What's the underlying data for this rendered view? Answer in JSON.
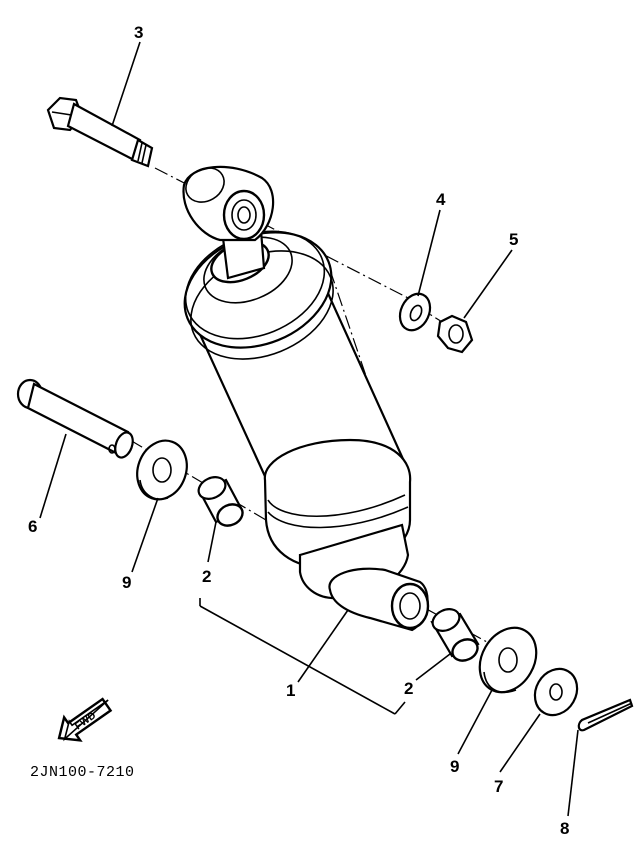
{
  "diagram": {
    "callouts": [
      {
        "id": "callout-3",
        "text": "3"
      },
      {
        "id": "callout-4",
        "text": "4"
      },
      {
        "id": "callout-5",
        "text": "5"
      },
      {
        "id": "callout-6",
        "text": "6"
      },
      {
        "id": "callout-9a",
        "text": "9"
      },
      {
        "id": "callout-2a",
        "text": "2"
      },
      {
        "id": "callout-1",
        "text": "1"
      },
      {
        "id": "callout-2b",
        "text": "2"
      },
      {
        "id": "callout-9b",
        "text": "9"
      },
      {
        "id": "callout-7",
        "text": "7"
      },
      {
        "id": "callout-8",
        "text": "8"
      }
    ],
    "arrow_label": "FWD",
    "part_code": "2JN100-7210"
  }
}
